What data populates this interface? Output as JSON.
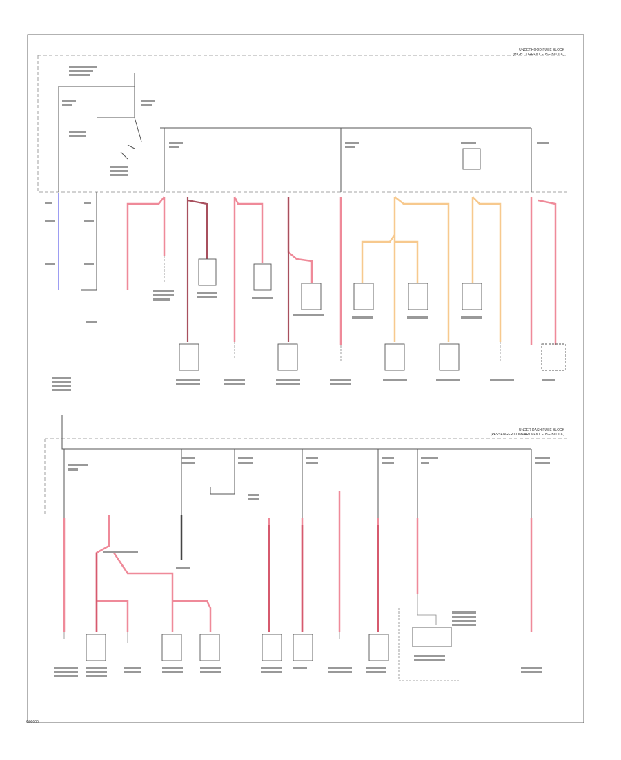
{
  "colors": {
    "red": "#ef8a99",
    "dark_red": "#a8505e",
    "orange": "#f7c98e",
    "blue": "#9d9df2",
    "black": "#444444",
    "line": "#555555",
    "dash": "#888888"
  },
  "top_box": {
    "title_line1": "UNDERHOOD FUSE BLOCK",
    "title_line2": "(HIGH CURRENT FUSE BLOCK)"
  },
  "bottom_box": {
    "title_line1": "UNDER DASH FUSE BLOCK",
    "title_line2": "(PASSENGER COMPARTMENT FUSE BLOCK)"
  },
  "footer": "G00000"
}
